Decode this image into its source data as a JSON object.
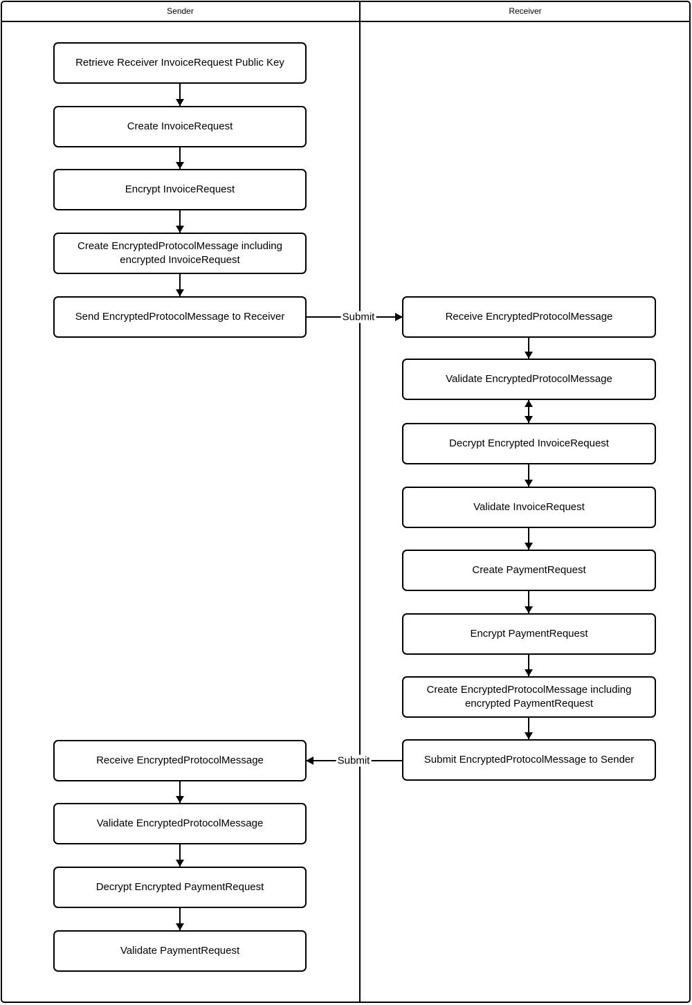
{
  "diagram": {
    "lanes": {
      "sender": {
        "title": "Sender"
      },
      "receiver": {
        "title": "Receiver"
      }
    },
    "sender_steps": [
      "Retrieve Receiver InvoiceRequest Public Key",
      "Create InvoiceRequest",
      "Encrypt InvoiceRequest",
      "Create EncryptedProtocolMessage including encrypted InvoiceRequest",
      "Send EncryptedProtocolMessage to Receiver",
      "Receive EncryptedProtocolMessage",
      "Validate EncryptedProtocolMessage",
      "Decrypt Encrypted PaymentRequest",
      "Validate PaymentRequest"
    ],
    "receiver_steps": [
      "Receive EncryptedProtocolMessage",
      "Validate EncryptedProtocolMessage",
      "Decrypt Encrypted InvoiceRequest",
      "Validate InvoiceRequest",
      "Create PaymentRequest",
      "Encrypt PaymentRequest",
      "Create EncryptedProtocolMessage including encrypted PaymentRequest",
      "Submit EncryptedProtocolMessage to Sender"
    ],
    "connectors": {
      "submit_to_receiver": "Submit",
      "submit_to_sender": "Submit"
    },
    "colors": {
      "stroke": "#000000",
      "fill": "#ffffff",
      "text": "#000000"
    }
  }
}
